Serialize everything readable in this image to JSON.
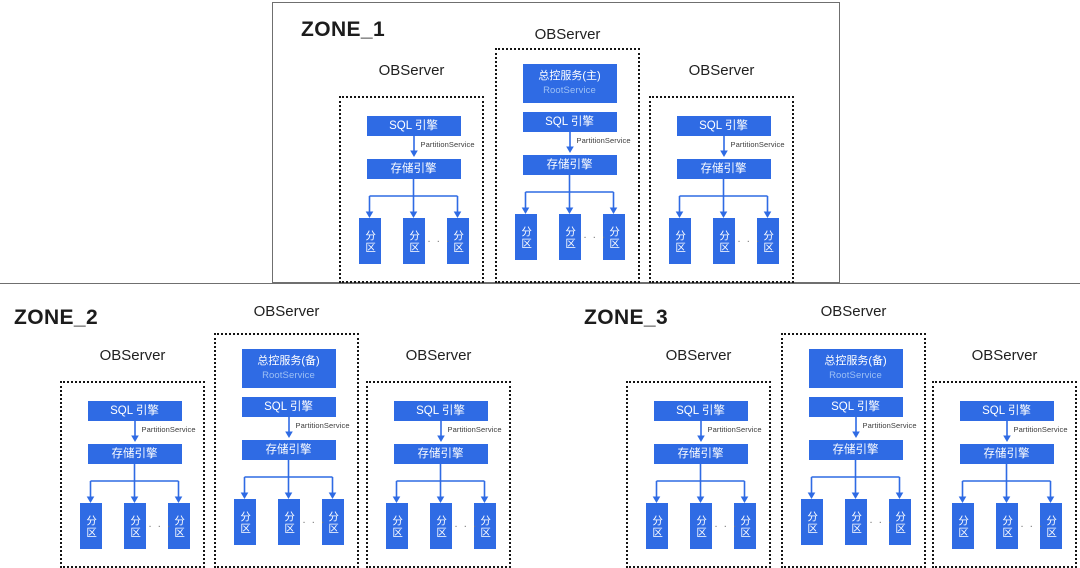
{
  "diagram": {
    "title_hidden": "",
    "accent_color": "#2f6be4",
    "sub_text_color": "#9dc0f5",
    "border_color": "#6f6f6f",
    "labels": {
      "observer": "OBServer",
      "sql_engine": "SQL 引擎",
      "storage_engine": "存储引擎",
      "partition": "分区",
      "partition_service": "PartitionService",
      "root_service_sub": "RootService",
      "root_service_primary": "总控服务(主)",
      "root_service_standby": "总控服务(备)",
      "ellipsis": ". . ."
    },
    "zones": [
      {
        "id": "zone1",
        "name": "ZONE_1",
        "observers": [
          {
            "id": "z1-obs1",
            "label": "OBServer",
            "has_root_service": false,
            "root_service": null
          },
          {
            "id": "z1-obs2",
            "label": "OBServer",
            "has_root_service": true,
            "root_service": "总控服务(主)"
          },
          {
            "id": "z1-obs3",
            "label": "OBServer",
            "has_root_service": false,
            "root_service": null
          }
        ]
      },
      {
        "id": "zone2",
        "name": "ZONE_2",
        "observers": [
          {
            "id": "z2-obs1",
            "label": "OBServer",
            "has_root_service": false,
            "root_service": null
          },
          {
            "id": "z2-obs2",
            "label": "OBServer",
            "has_root_service": true,
            "root_service": "总控服务(备)"
          },
          {
            "id": "z2-obs3",
            "label": "OBServer",
            "has_root_service": false,
            "root_service": null
          }
        ]
      },
      {
        "id": "zone3",
        "name": "ZONE_3",
        "observers": [
          {
            "id": "z3-obs1",
            "label": "OBServer",
            "has_root_service": false,
            "root_service": null
          },
          {
            "id": "z3-obs2",
            "label": "OBServer",
            "has_root_service": true,
            "root_service": "总控服务(备)"
          },
          {
            "id": "z3-obs3",
            "label": "OBServer",
            "has_root_service": false,
            "root_service": null
          }
        ]
      }
    ],
    "partitions_per_observer": 3
  }
}
